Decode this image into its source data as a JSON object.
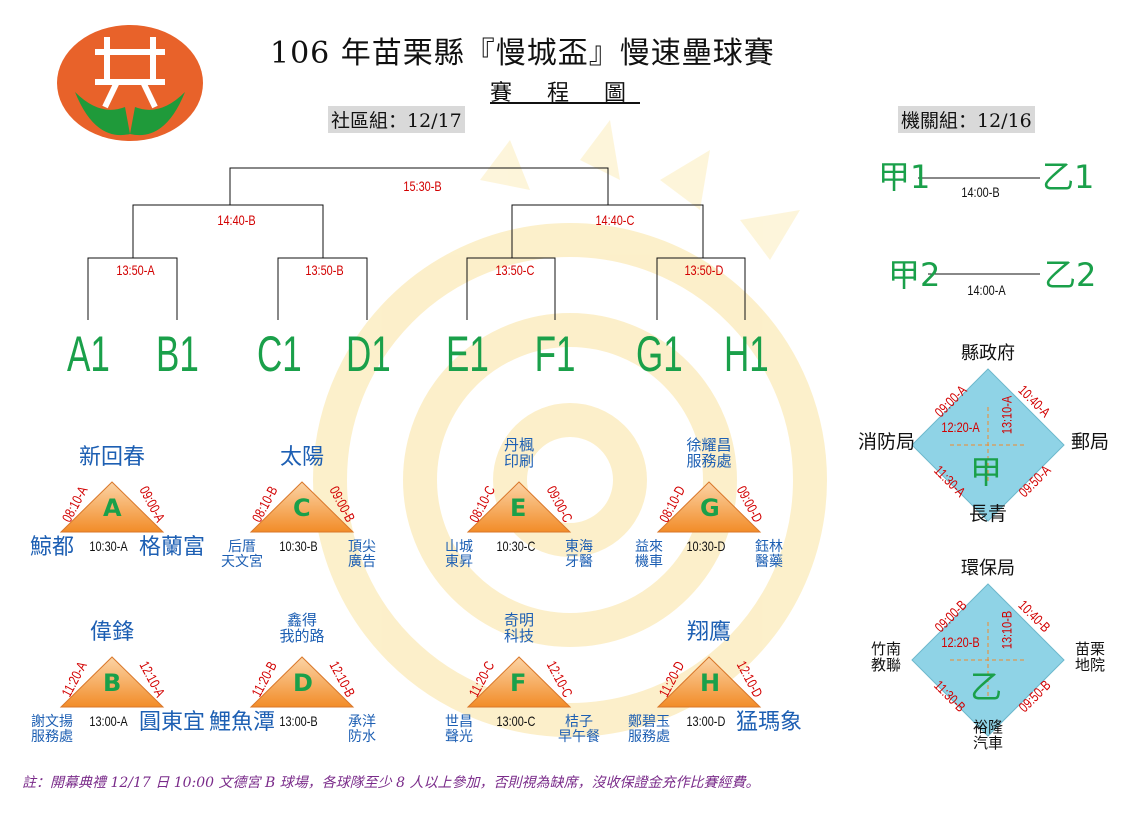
{
  "title": "106 年苗栗縣『慢城盃』慢速壘球賽",
  "subtitle": "賽 程 圖",
  "community_group": "社區組：12/17",
  "agency_group": "機關組：12/16",
  "note": "註：開幕典禮 12/17 日 10:00 文德宮 B 球場，各球隊至少 8 人以上參加，否則視為缺席，沒收保證金充作比賽經費。",
  "bracket": {
    "final": "15:30-B",
    "semis": [
      "14:40-B",
      "14:40-C"
    ],
    "quarters": [
      "13:50-A",
      "13:50-B",
      "13:50-C",
      "13:50-D"
    ],
    "seeds": [
      "A1",
      "B1",
      "C1",
      "D1",
      "E1",
      "F1",
      "G1",
      "H1"
    ]
  },
  "agency_bracket": {
    "match1": {
      "left": "甲1",
      "right": "乙1",
      "time": "14:00-B"
    },
    "match2": {
      "left": "甲2",
      "right": "乙2",
      "time": "14:00-A"
    }
  },
  "groups": [
    {
      "letter": "A",
      "top": "新回春",
      "left": "鯨都",
      "right": "格蘭富",
      "t_left": "08:10-A",
      "t_right": "09:00-A",
      "t_bottom": "10:30-A"
    },
    {
      "letter": "C",
      "top": "太陽",
      "left": "后厝\n天文宮",
      "right": "頂尖\n廣告",
      "t_left": "08:10-B",
      "t_right": "09:00-B",
      "t_bottom": "10:30-B"
    },
    {
      "letter": "E",
      "top": "丹楓\n印刷",
      "left": "山城\n東昇",
      "right": "東海\n牙醫",
      "t_left": "08:10-C",
      "t_right": "09:00-C",
      "t_bottom": "10:30-C"
    },
    {
      "letter": "G",
      "top": "徐耀昌\n服務處",
      "left": "益來\n機車",
      "right": "鈺林\n醫藥",
      "t_left": "08:10-D",
      "t_right": "09:00-D",
      "t_bottom": "10:30-D"
    },
    {
      "letter": "B",
      "top": "偉鋒",
      "left": "謝文揚\n服務處",
      "right": "圓東宜",
      "t_left": "11:20-A",
      "t_right": "12:10-A",
      "t_bottom": "13:00-A"
    },
    {
      "letter": "D",
      "top": "鑫得\n我的路",
      "left": "鯉魚潭",
      "right": "承洋\n防水",
      "t_left": "11:20-B",
      "t_right": "12:10-B",
      "t_bottom": "13:00-B"
    },
    {
      "letter": "F",
      "top": "奇明\n科技",
      "left": "世昌\n聲光",
      "right": "桔子\n早午餐",
      "t_left": "11:20-C",
      "t_right": "12:10-C",
      "t_bottom": "13:00-C"
    },
    {
      "letter": "H",
      "top": "翔鷹",
      "left": "鄭碧玉\n服務處",
      "right": "猛瑪象",
      "t_left": "11:20-D",
      "t_right": "12:10-D",
      "t_bottom": "13:00-D"
    }
  ],
  "diamonds": [
    {
      "letter": "甲",
      "top": "縣政府",
      "left": "消防局",
      "right": "郵局",
      "bottom": "長青",
      "t_tl": "09:00-A",
      "t_tr": "10:40-A",
      "t_bl": "11:30-A",
      "t_br": "09:50-A",
      "t_h": "12:20-A",
      "t_v": "13:10-A"
    },
    {
      "letter": "乙",
      "top": "環保局",
      "left": "竹南\n教聯",
      "right": "苗栗\n地院",
      "bottom": "裕隆\n汽車",
      "t_tl": "09:00-B",
      "t_tr": "10:40-B",
      "t_bl": "11:30-B",
      "t_br": "09:50-B",
      "t_h": "12:20-B",
      "t_v": "13:10-B"
    }
  ],
  "colors": {
    "seed": "#1aa04a",
    "time": "#d20000",
    "team": "#1d5fb3",
    "triangle": "#f28c28",
    "diamond": "#8fd3e6"
  },
  "icons": {
    "logo": "county-emblem-icon"
  }
}
